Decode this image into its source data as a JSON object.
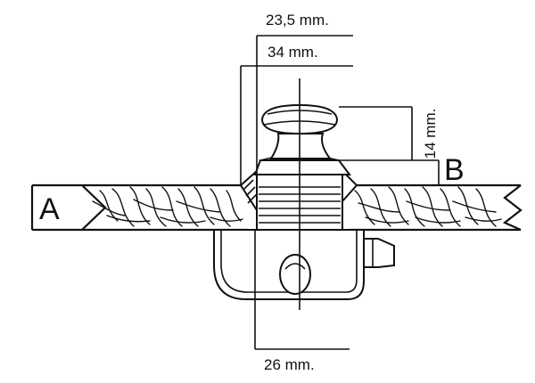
{
  "diagram": {
    "labels": {
      "a": "A",
      "b": "B"
    },
    "dimensions": {
      "top_width": "23,5 mm.",
      "mid_width": "34 mm.",
      "height": "14 mm.",
      "base_width": "26 mm."
    }
  }
}
